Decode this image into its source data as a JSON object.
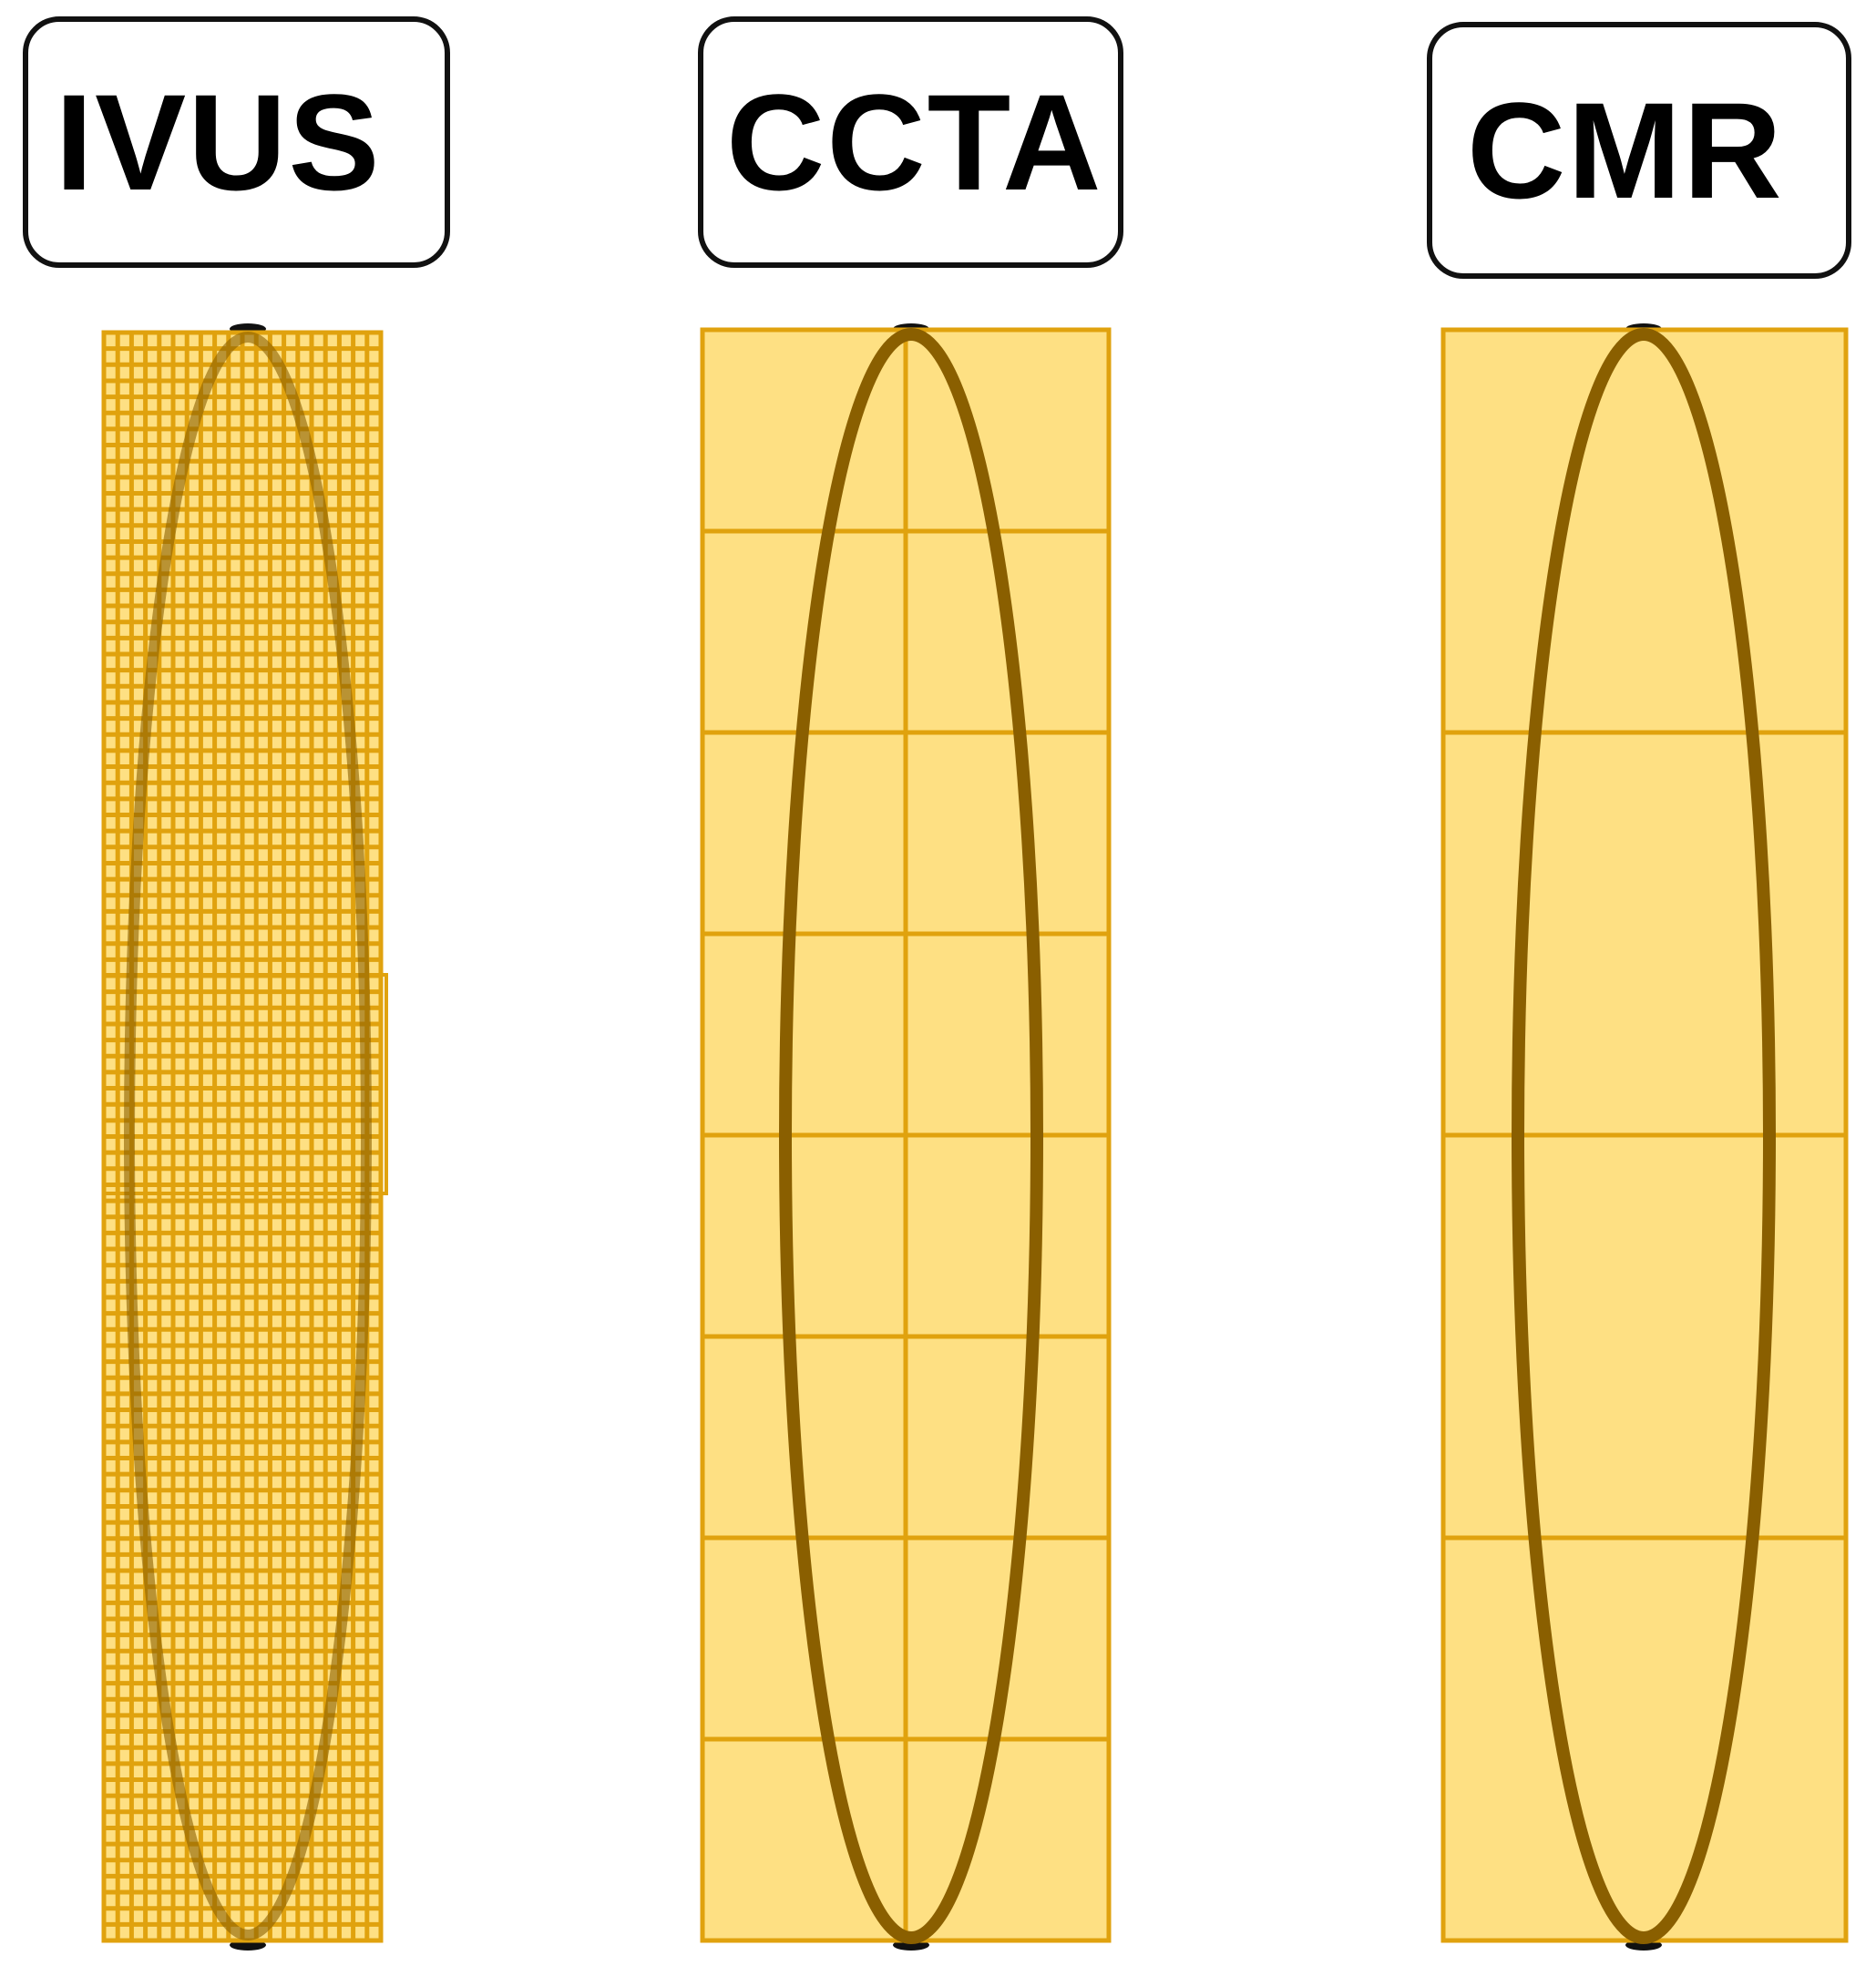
{
  "modalities": [
    {
      "id": "ivus",
      "label": "IVUS",
      "grid_cols": 20,
      "grid_rows": 100,
      "resolution": "high"
    },
    {
      "id": "ccta",
      "label": "CCTA",
      "grid_cols": 2,
      "grid_rows": 8,
      "resolution": "medium"
    },
    {
      "id": "cmr",
      "label": "CMR",
      "grid_cols": 1,
      "grid_rows": 4,
      "resolution": "low"
    }
  ],
  "colors": {
    "fill": "#FEE083",
    "grid": "#E0A20E",
    "vessel": "#8A5F00",
    "label_border": "#111111",
    "label_text": "#000000"
  }
}
